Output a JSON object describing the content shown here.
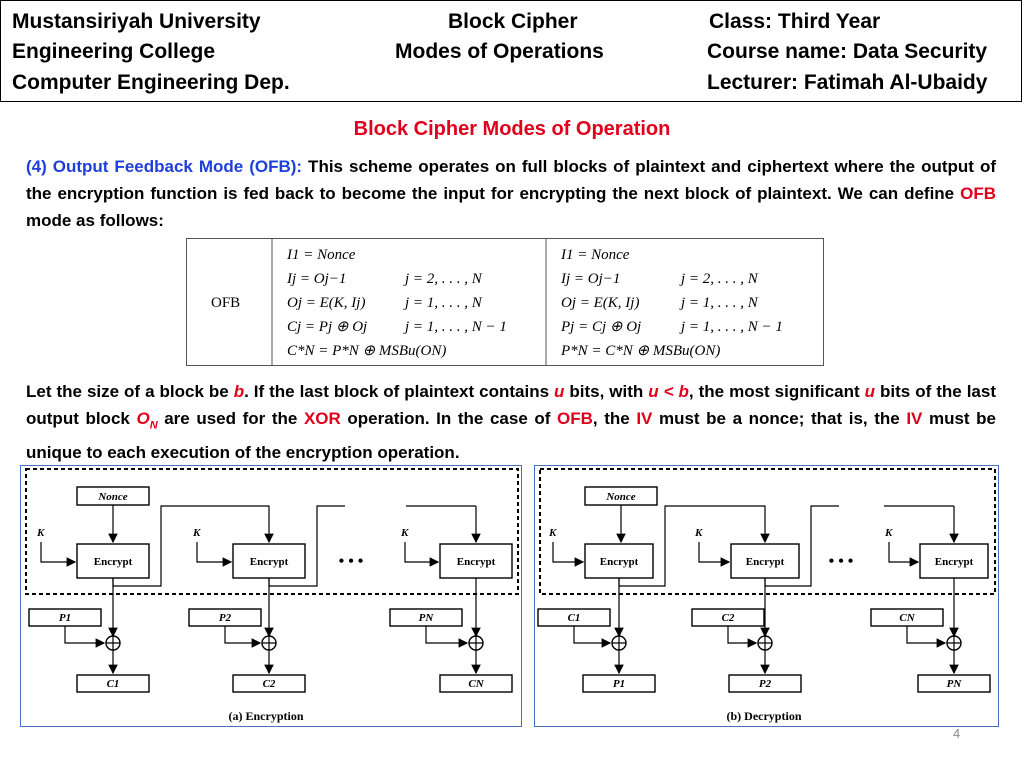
{
  "header": {
    "university": "Mustansiriyah University",
    "college": "Engineering College",
    "department": "Computer Engineering Dep.",
    "topic_line1": "Block Cipher",
    "topic_line2": "Modes of Operations",
    "class": "Class: Third Year",
    "course": "Course name: Data Security",
    "lecturer": "Lecturer: Fatimah Al-Ubaidy"
  },
  "title": "Block Cipher Modes of Operation",
  "para1": {
    "lead": "(4) Output Feedback Mode (OFB):",
    "text": " This scheme operates on full blocks of plaintext and ciphertext where the output of the encryption function is fed back to become the input for encrypting the next block of plaintext. We can define ",
    "ofb": "OFB",
    "tail": " mode as follows:"
  },
  "formula": {
    "mode": "OFB",
    "enc": [
      [
        "I1 = Nonce",
        ""
      ],
      [
        "Ij = Oj−1",
        "j = 2, . . . , N"
      ],
      [
        "Oj = E(K, Ij)",
        "j = 1, . . . , N"
      ],
      [
        "Cj = Pj ⊕ Oj",
        "j = 1, . . . , N − 1"
      ],
      [
        "C*N = P*N ⊕ MSBu(ON)",
        ""
      ]
    ],
    "dec": [
      [
        "I1 = Nonce",
        ""
      ],
      [
        "Ij = Oj−1",
        "j = 2, . . . , N"
      ],
      [
        "Oj = E(K, Ij)",
        "j = 1, . . . , N"
      ],
      [
        "Pj = Cj ⊕ Oj",
        "j = 1, . . . , N − 1"
      ],
      [
        "P*N = C*N ⊕ MSBu(ON)",
        ""
      ]
    ]
  },
  "para2": {
    "s1": "Let the size of a block be ",
    "b": "b",
    "s2": ". If the last block of plaintext contains ",
    "u1": "u",
    "s3": " bits, with ",
    "ub": "u < b",
    "s4": ", the most significant ",
    "u2": "u",
    "s5": " bits of the last output block ",
    "on": "O",
    "on_sub": "N",
    "s6": " are used for the ",
    "xor": "XOR",
    "s7": " operation. In the case of ",
    "ofb": "OFB",
    "s8": ", the ",
    "iv1": "IV",
    "s9": " must be a nonce; that is, the ",
    "iv2": "IV",
    "s10": " must be unique to each execution of the encryption operation."
  },
  "enc_diagram": {
    "nonce": "Nonce",
    "key": "K",
    "encrypt": "Encrypt",
    "dots": "• • •",
    "inputs": [
      "P1",
      "P2",
      "PN"
    ],
    "outputs": [
      "C1",
      "C2",
      "CN"
    ],
    "caption": "(a) Encryption"
  },
  "dec_diagram": {
    "nonce": "Nonce",
    "key": "K",
    "encrypt": "Encrypt",
    "dots": "• • •",
    "inputs": [
      "C1",
      "C2",
      "CN"
    ],
    "outputs": [
      "P1",
      "P2",
      "PN"
    ],
    "caption": "(b) Decryption"
  },
  "page_number": "4"
}
